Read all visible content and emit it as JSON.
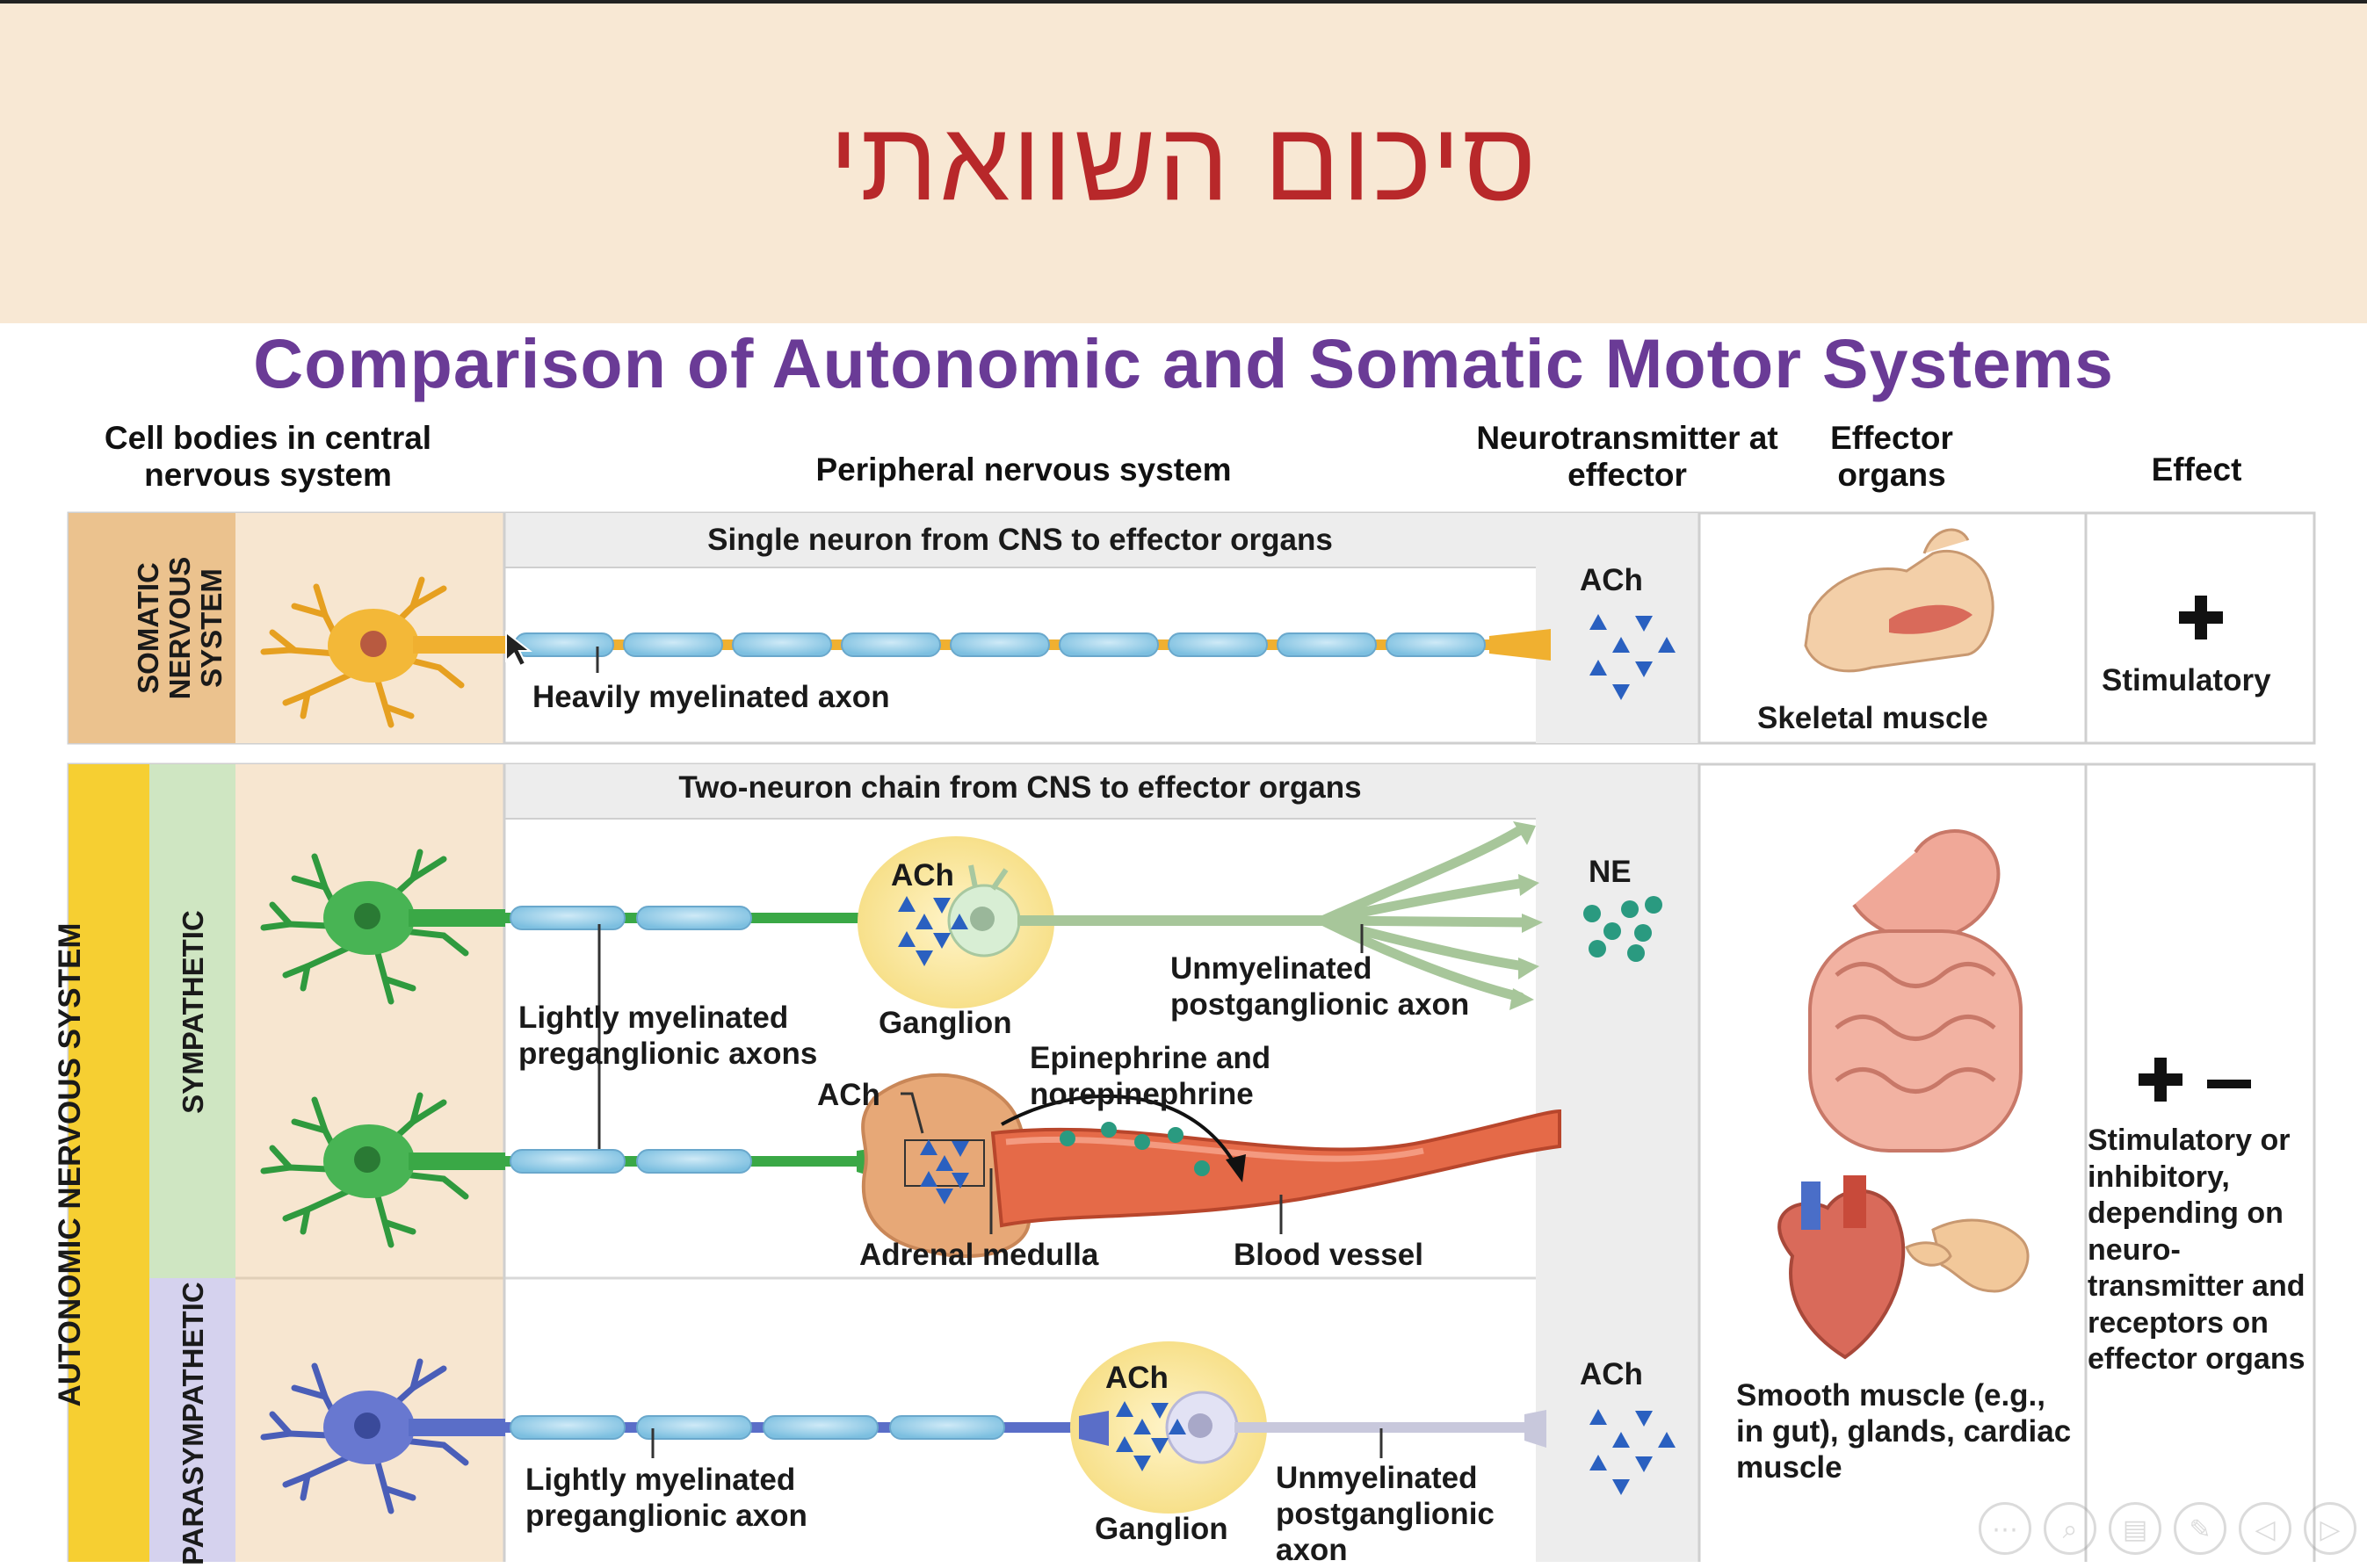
{
  "slide": {
    "hebrew_title": "סיכום השוואתי",
    "figure_title": "Comparison of Autonomic and Somatic Motor Systems"
  },
  "columns": {
    "cns": "Cell bodies in central nervous system",
    "pns": "Peripheral nervous system",
    "nt": "Neurotransmitter at effector",
    "effector": "Effector organs",
    "effect": "Effect"
  },
  "somatic": {
    "system_label": "SOMATIC NERVOUS SYSTEM",
    "banner": "Single neuron from CNS to effector organs",
    "axon_label": "Heavily myelinated axon",
    "neurotransmitter": "ACh",
    "effector": "Skeletal muscle",
    "effect_symbol": "+",
    "effect": "Stimulatory"
  },
  "autonomic": {
    "system_label": "AUTONOMIC NERVOUS SYSTEM",
    "banner": "Two-neuron chain from CNS to effector organs",
    "sympathetic": {
      "label": "SYMPATHETIC",
      "ganglion_nt": "ACh",
      "ganglion": "Ganglion",
      "preganglionic": "Lightly myelinated preganglionic axons",
      "postganglionic": "Unmyelinated postganglionic axon",
      "neurotransmitter": "NE",
      "adrenal_ach": "ACh",
      "hormones": "Epinephrine and norepinephrine",
      "adrenal": "Adrenal medulla",
      "vessel": "Blood vessel"
    },
    "parasympathetic": {
      "label": "PARASYMPATHETIC",
      "ganglion_nt": "ACh",
      "ganglion": "Ganglion",
      "preganglionic": "Lightly myelinated preganglionic axon",
      "postganglionic": "Unmyelinated postganglionic axon",
      "neurotransmitter": "ACh"
    },
    "effector": "Smooth muscle (e.g., in gut), glands, cardiac muscle",
    "effect_symbol": "+ –",
    "effect": "Stimulatory or inhibitory, depending on neuro- transmitter and receptors on effector organs"
  },
  "colors": {
    "title_red": "#b8282a",
    "title_purple": "#6a3b96",
    "somatic_neuron": "#f0b030",
    "sympathetic_neuron": "#3aa846",
    "parasympathetic_neuron": "#5a6ec8",
    "myelin": "#8ec8e6",
    "ach": "#2a60c0",
    "ne": "#2a9a80"
  },
  "viewer_controls": [
    "more-icon",
    "zoom-icon",
    "slides-icon",
    "pen-icon",
    "prev-icon",
    "next-icon"
  ]
}
